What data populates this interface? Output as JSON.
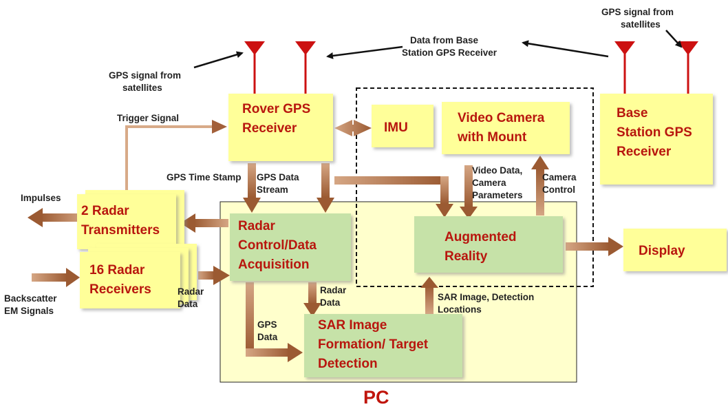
{
  "colors": {
    "yellow_box": "#ffff99",
    "green_box": "#c6e2a8",
    "pc_box": "#ffffcc",
    "title_red": "#b8160e",
    "antenna_red": "#cc1111",
    "arrow_brown": "#a3603a"
  },
  "boxes": {
    "rover_gps": [
      "Rover GPS",
      "Receiver"
    ],
    "imu": [
      "IMU"
    ],
    "video_camera": [
      "Video Camera",
      "with Mount"
    ],
    "base_station": [
      "Base",
      "Station GPS",
      "Receiver"
    ],
    "radar_tx": [
      "2 Radar",
      "Transmitters"
    ],
    "radar_rx": [
      "16 Radar",
      "Receivers"
    ],
    "radar_ctrl": [
      "Radar",
      "Control/Data",
      "Acquisition"
    ],
    "augmented_reality": [
      "Augmented",
      "Reality"
    ],
    "sar": [
      "SAR Image",
      "Formation/ Target",
      "Detection"
    ],
    "display": [
      "Display"
    ]
  },
  "labels": {
    "gps_signal_left": [
      "GPS signal from",
      "satellites"
    ],
    "gps_signal_right": [
      "GPS signal from",
      "satellites"
    ],
    "data_from_base": [
      "Data from Base",
      "Station GPS Receiver"
    ],
    "trigger_signal": [
      "Trigger Signal"
    ],
    "impulses": [
      "Impulses"
    ],
    "backscatter": [
      "Backscatter",
      "EM Signals"
    ],
    "gps_time_stamp": [
      "GPS Time Stamp"
    ],
    "gps_data_stream": [
      "GPS Data",
      "Stream"
    ],
    "video_data": [
      "Video Data,",
      "Camera",
      "Parameters"
    ],
    "camera_control": [
      "Camera",
      "Control"
    ],
    "radar_data_rx": [
      "Radar",
      "Data"
    ],
    "radar_data_sar": [
      "Radar",
      "Data"
    ],
    "gps_data_sar": [
      "GPS",
      "Data"
    ],
    "sar_image_detection": [
      "SAR Image, Detection",
      "Locations"
    ]
  },
  "pc_label": "PC"
}
